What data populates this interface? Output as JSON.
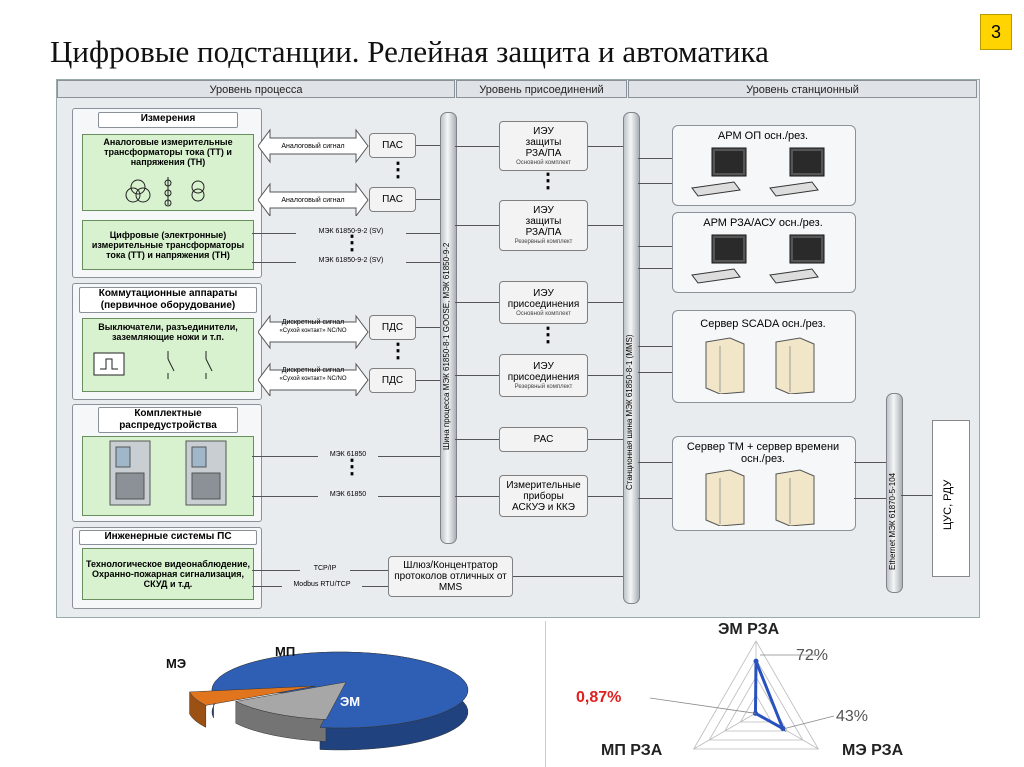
{
  "title": "Цифровые подстанции. Релейная защита и автоматика",
  "page_number": "3",
  "columns": {
    "process": "Уровень процесса",
    "bay": "Уровень присоединений",
    "station": "Уровень станционный"
  },
  "groups": {
    "measurements": {
      "label": "Измерения",
      "analog_tt": "Аналоговые измерительные трансформаторы тока (ТТ) и напряжения (ТН)",
      "digital_tt": "Цифровые (электронные) измерительные трансформаторы тока (ТТ) и напряжения (ТН)"
    },
    "switching": {
      "label": "Коммутационные аппараты (первичное оборудование)",
      "breakers": "Выключатели, разъединители, заземляющие ножи и т.п."
    },
    "switchgear": {
      "label": "Комплектные распредустройства"
    },
    "engineering": {
      "label": "Инженерные системы ПС",
      "systems": "Технологическое видеонаблюдение, Охранно-пожарная сигнализация, СКУД и т.д."
    }
  },
  "signals": {
    "analog": "Аналоговый сигнал",
    "sv1": "МЭК 61850-9-2 (SV)",
    "sv2": "МЭК 61850-9-2 (SV)",
    "discrete1": "Дискретный сигнал",
    "dry1": "«Сухой контакт» NC/NO",
    "discrete2": "Дискретный сигнал",
    "dry2": "«Сухой контакт» NC/NO",
    "iec1": "МЭК 61850",
    "iec2": "МЭК 61850",
    "tcp": "TCP/IP",
    "modbus": "Modbus RTU/TCP"
  },
  "devices": {
    "pas1": "ПАС",
    "pas2": "ПАС",
    "pds1": "ПДС",
    "pds2": "ПДС"
  },
  "buses": {
    "process_bus": "Шина процесса МЭК 61850-8-1 GOOSE, МЭК 61850-9-2",
    "station_bus": "Станционная шина МЭК 61850-8-1 (MMS)",
    "ethernet": "Ethernet МЭК 61870-5-104"
  },
  "bay": {
    "ieu_rza_main": "ИЭУ защиты РЗА/ПА",
    "ieu_rza_main_sub": "Основной комплект",
    "ieu_rza_res": "ИЭУ защиты РЗА/ПА",
    "ieu_rza_res_sub": "Резервный комплект",
    "ieu_bay_main": "ИЭУ присоединения",
    "ieu_bay_main_sub": "Основной комплект",
    "ieu_bay_res": "ИЭУ присоединения",
    "ieu_bay_res_sub": "Резервный комплект",
    "pac": "РАС",
    "meters": "Измерительные приборы АСКУЭ и ККЭ",
    "gateway": "Шлюз/Концентратор протоколов отличных от MMS"
  },
  "station": {
    "arm_op": "АРМ ОП осн./рез.",
    "arm_rza": "АРМ РЗА/АСУ осн./рез.",
    "scada": "Сервер SCADA осн./рез.",
    "tm": "Сервер ТМ + сервер времени осн./рез.",
    "cus": "ЦУС, РДУ"
  },
  "chart_data": [
    {
      "type": "pie",
      "categories": [
        "ЭМ",
        "МП",
        "МЭ"
      ],
      "labels": [
        "ЭМ",
        "МП",
        "МЭ"
      ],
      "values": [
        80,
        14,
        6
      ],
      "colors": [
        "#2f5fb5",
        "#a7a7a7",
        "#e0751d"
      ]
    },
    {
      "type": "radar",
      "axes": [
        "ЭМ РЗА",
        "МЭ РЗА",
        "МП РЗА"
      ],
      "values": [
        72,
        43,
        0.87
      ],
      "value_labels": [
        "72%",
        "43%",
        "0,87%"
      ],
      "max": 100,
      "series_color": "#2a52be",
      "highlight_color": "#e02020"
    }
  ]
}
